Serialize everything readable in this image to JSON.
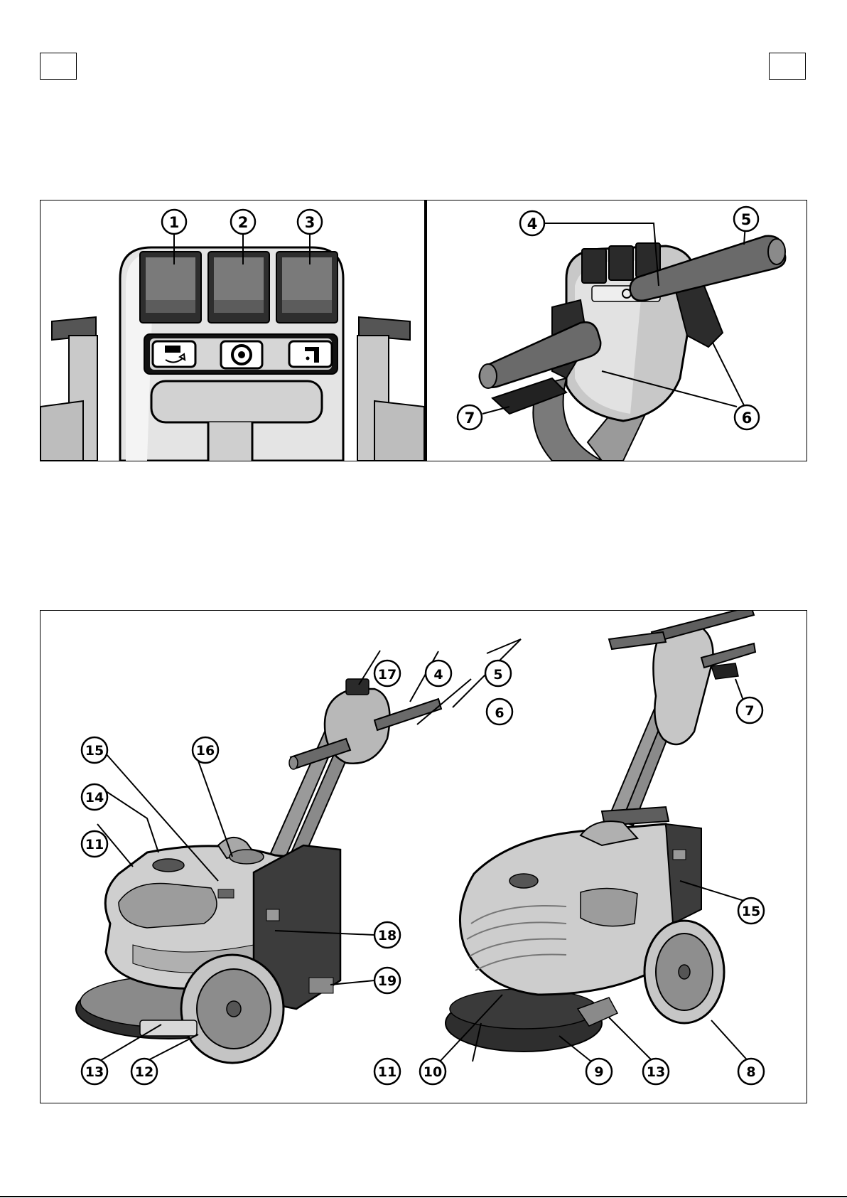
{
  "figures": {
    "control_panel": {
      "callouts": [
        "1",
        "2",
        "3"
      ],
      "switch_icons": [
        "brush-rotation-icon",
        "power-switch-icon",
        "water-valve-icon"
      ]
    },
    "handle": {
      "callouts": [
        "4",
        "5",
        "6",
        "6",
        "7"
      ]
    },
    "machine_left": {
      "callouts": [
        "17",
        "4",
        "5",
        "6",
        "15",
        "16",
        "14",
        "11",
        "18",
        "19",
        "13",
        "12"
      ]
    },
    "machine_right": {
      "callouts": [
        "7",
        "15",
        "11",
        "10",
        "9",
        "13",
        "8"
      ]
    }
  },
  "colors": {
    "ink": "#000000",
    "body_light": "#d8d8d8",
    "body_mid": "#a8a8a8",
    "body_dark": "#4a4a4a",
    "switch": "#6f6f6f",
    "handle_bar": "#5a5a5a"
  }
}
